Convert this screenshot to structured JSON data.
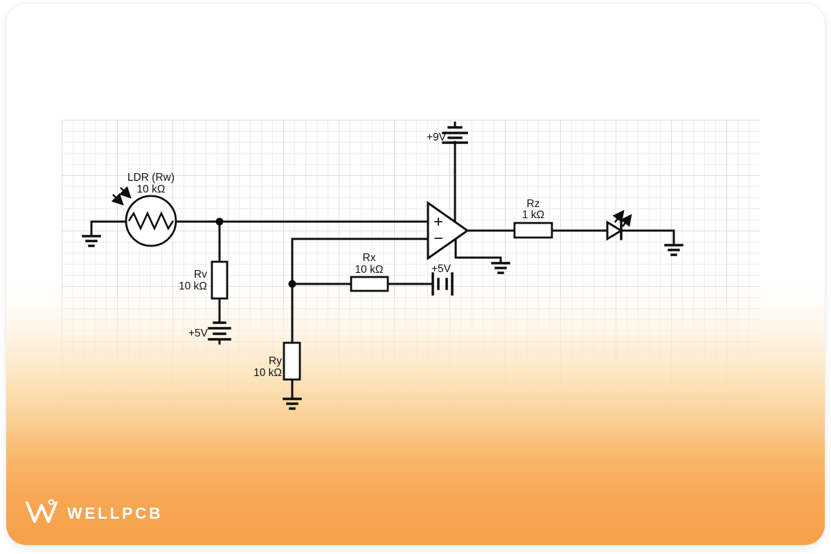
{
  "brand": {
    "wordmark": "WELLPCB"
  },
  "colors": {
    "accent": "#f6a14b",
    "line": "#0d0d0d",
    "grid_minor": "#ececec",
    "grid_major": "#dcdcdc"
  },
  "schematic": {
    "ldr": {
      "label": "LDR (Rw)",
      "value": "10 kΩ"
    },
    "rv": {
      "label": "Rv",
      "value": "10 kΩ"
    },
    "rx": {
      "label": "Rx",
      "value": "10 kΩ"
    },
    "ry": {
      "label": "Ry",
      "value": "10 kΩ"
    },
    "rz": {
      "label": "Rz",
      "value": "1 kΩ"
    },
    "supply_9v": {
      "label": "+9V"
    },
    "supply_5v_left": {
      "label": "+5V"
    },
    "supply_5v_mid": {
      "label": "+5V"
    },
    "opamp": {
      "plus_sign": "+",
      "minus_sign": "−"
    }
  }
}
